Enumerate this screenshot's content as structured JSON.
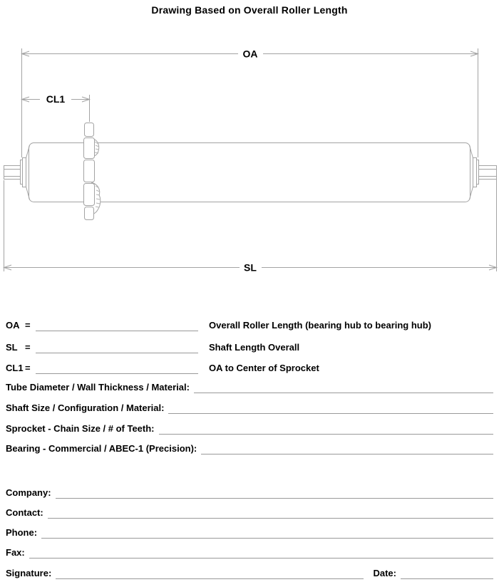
{
  "page": {
    "title": "Drawing Based on Overall Roller Length"
  },
  "diagram": {
    "dim_labels": {
      "oa": "OA",
      "cl1": "CL1",
      "sl": "SL"
    },
    "parts": [
      "roller-tube",
      "left-bearing-hub",
      "right-bearing-hub",
      "left-hex-shaft",
      "right-hex-shaft",
      "sprocket"
    ],
    "colors": {
      "drawing_line": "#a3a3a3",
      "underline": "#999999",
      "text": "#000000",
      "background": "#ffffff"
    }
  },
  "dim_rows": [
    {
      "label": "OA",
      "eq": "=",
      "value": "",
      "description": "Overall Roller Length (bearing hub to bearing hub)"
    },
    {
      "label": "SL",
      "eq": "=",
      "value": "",
      "description": "Shaft Length Overall"
    },
    {
      "label": "CL1",
      "eq": "=",
      "value": "",
      "description": "OA to Center of Sprocket"
    }
  ],
  "spec_rows": [
    {
      "label": "Tube Diameter / Wall Thickness / Material:",
      "value": ""
    },
    {
      "label": "Shaft Size / Configuration / Material:",
      "value": ""
    },
    {
      "label": "Sprocket - Chain Size / # of Teeth:",
      "value": ""
    },
    {
      "label": "Bearing - Commercial / ABEC-1 (Precision):",
      "value": ""
    }
  ],
  "contact_rows": [
    {
      "label": "Company:",
      "value": ""
    },
    {
      "label": "Contact:",
      "value": ""
    },
    {
      "label": "Phone:",
      "value": ""
    },
    {
      "label": "Fax:",
      "value": ""
    }
  ],
  "signature_row": {
    "signature_label": "Signature:",
    "signature_value": "",
    "date_label": "Date:",
    "date_value": ""
  }
}
